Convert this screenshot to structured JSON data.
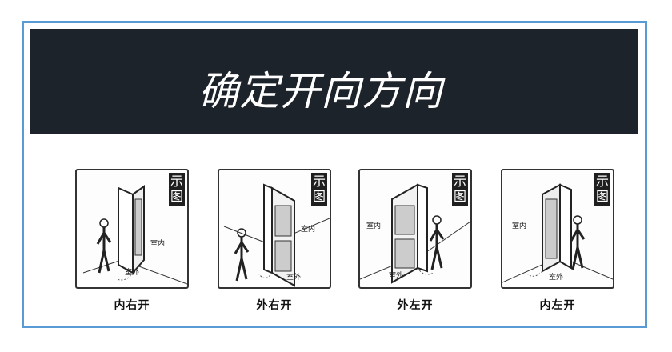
{
  "title": "确定开向方向",
  "colors": {
    "frame": "#5b9bd5",
    "banner": "#1d232b",
    "title": "#ffffff",
    "line": "#333333"
  },
  "badge": [
    "示",
    "图"
  ],
  "panels": [
    {
      "caption": "内右开",
      "indoor_label": "室内",
      "outdoor_label": "室外"
    },
    {
      "caption": "外右开",
      "indoor_label": "室内",
      "outdoor_label": "室外"
    },
    {
      "caption": "外左开",
      "indoor_label": "室内",
      "outdoor_label": "室外"
    },
    {
      "caption": "内左开",
      "indoor_label": "室内",
      "outdoor_label": "室外"
    }
  ]
}
